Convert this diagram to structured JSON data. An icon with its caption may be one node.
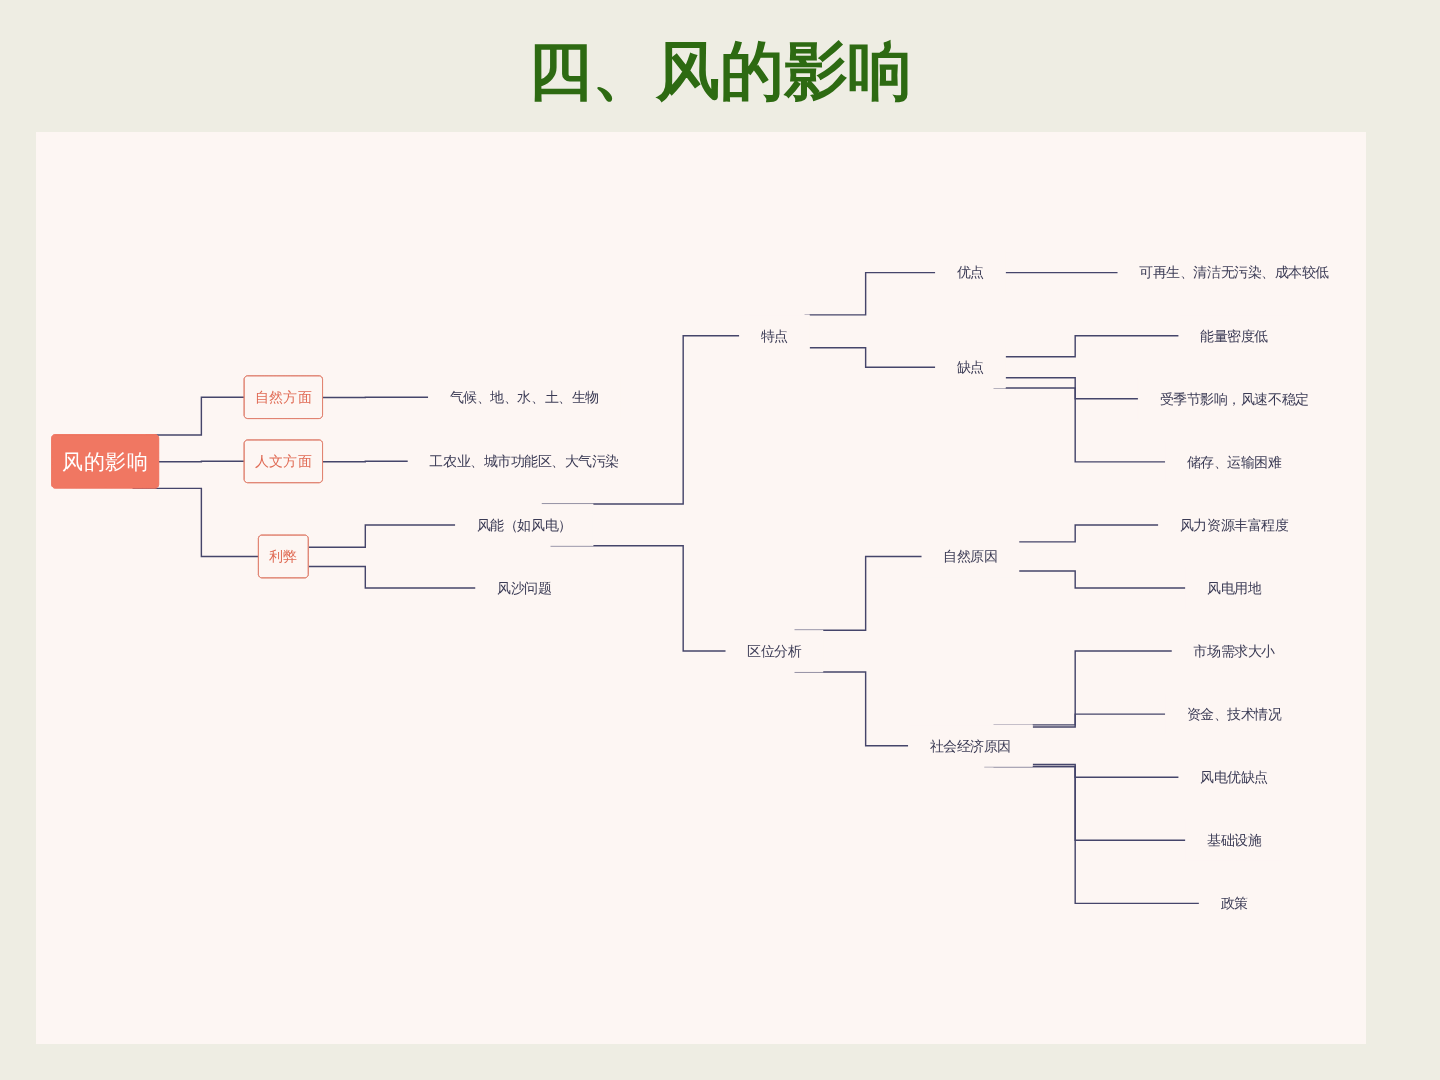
{
  "diagram": {
    "title": "四、风的影响",
    "nodes": [
      {
        "text": [
          "风的影响"
        ]
      },
      {
        "text": [
          "自然方面"
        ]
      },
      {
        "text": [
          "气候、地、水、土、生物"
        ]
      },
      {
        "text": [
          "人文方面"
        ]
      },
      {
        "text": [
          "工农业、城市功能区、大气污染"
        ]
      },
      {
        "text": [
          "利弊"
        ]
      },
      {
        "text": [
          "风能（如风电）"
        ]
      },
      {
        "text": [
          "特点"
        ]
      },
      {
        "text": [
          "优点"
        ]
      },
      {
        "text": [
          "可再生、清洁无污染、成本较低"
        ]
      },
      {
        "text": [
          "缺点"
        ]
      },
      {
        "text": [
          "能量密度低"
        ]
      },
      {
        "text": [
          "受季节影响，风速不稳定"
        ]
      },
      {
        "text": [
          "储存、运输困难"
        ]
      },
      {
        "text": [
          "区位分析"
        ]
      },
      {
        "text": [
          "自然原因"
        ]
      },
      {
        "text": [
          "风力资源丰富程度"
        ]
      },
      {
        "text": [
          "风电用地"
        ]
      },
      {
        "text": [
          "社会经济原因"
        ]
      },
      {
        "text": [
          "市场需求大小"
        ]
      },
      {
        "text": [
          "资金、技术情况"
        ]
      },
      {
        "text": [
          "风电优缺点"
        ]
      },
      {
        "text": [
          "基础设施"
        ]
      },
      {
        "text": [
          "政策"
        ]
      },
      {
        "text": [
          "风沙问题"
        ]
      }
    ],
    "edges": [
      {
        "from": 0,
        "to": 1,
        "arrow": "none"
      },
      {
        "from": 1,
        "to": 2,
        "arrow": "none"
      },
      {
        "from": 0,
        "to": 3,
        "arrow": "none"
      },
      {
        "from": 3,
        "to": 4,
        "arrow": "none"
      },
      {
        "from": 0,
        "to": 5,
        "arrow": "none"
      },
      {
        "from": 5,
        "to": 6,
        "arrow": "none"
      },
      {
        "from": 6,
        "to": 7,
        "arrow": "none"
      },
      {
        "from": 7,
        "to": 8,
        "arrow": "none"
      },
      {
        "from": 8,
        "to": 9,
        "arrow": "none"
      },
      {
        "from": 7,
        "to": 10,
        "arrow": "none"
      },
      {
        "from": 10,
        "to": 11,
        "arrow": "none"
      },
      {
        "from": 10,
        "to": 12,
        "arrow": "none"
      },
      {
        "from": 10,
        "to": 13,
        "arrow": "none"
      },
      {
        "from": 6,
        "to": 14,
        "arrow": "none"
      },
      {
        "from": 14,
        "to": 15,
        "arrow": "none"
      },
      {
        "from": 15,
        "to": 16,
        "arrow": "none"
      },
      {
        "from": 15,
        "to": 17,
        "arrow": "none"
      },
      {
        "from": 14,
        "to": 18,
        "arrow": "none"
      },
      {
        "from": 18,
        "to": 19,
        "arrow": "none"
      },
      {
        "from": 18,
        "to": 20,
        "arrow": "none"
      },
      {
        "from": 18,
        "to": 21,
        "arrow": "none"
      },
      {
        "from": 18,
        "to": 22,
        "arrow": "none"
      },
      {
        "from": 18,
        "to": 23,
        "arrow": "none"
      },
      {
        "from": 5,
        "to": 24,
        "arrow": "none"
      }
    ]
  }
}
